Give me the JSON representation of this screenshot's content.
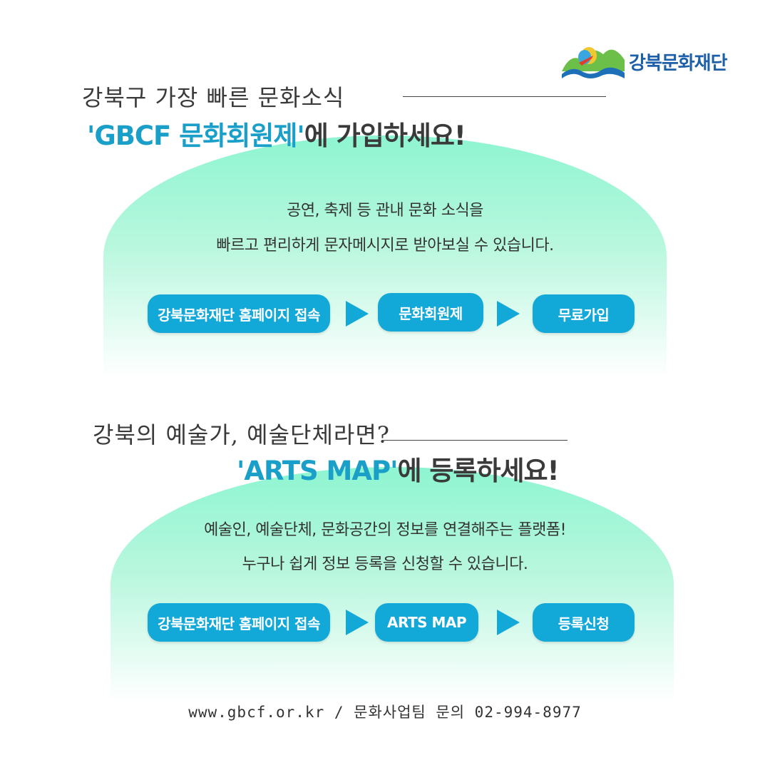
{
  "brand": {
    "name": "강북문화재단"
  },
  "section1": {
    "subtitle": "강북구 가장 빠른 문화소식",
    "headline_accent": "'GBCF 문화회원제'",
    "headline_rest": "에 가입하세요!",
    "desc_line1": "공연, 축제 등 관내 문화 소식을",
    "desc_line2": "빠르고 편리하게 문자메시지로 받아보실 수 있습니다.",
    "steps": [
      "강북문화재단 홈페이지 접속",
      "문화회원제",
      "무료가입"
    ]
  },
  "section2": {
    "subtitle": "강북의 예술가, 예술단체라면?",
    "headline_accent": "'ARTS MAP'",
    "headline_rest": "에 등록하세요!",
    "desc_line1": "예술인, 예술단체, 문화공간의 정보를 연결해주는 플랫폼!",
    "desc_line2": "누구나 쉽게 정보 등록을 신청할 수 있습니다.",
    "steps": [
      "강북문화재단 홈페이지 접속",
      "ARTS MAP",
      "등록신청"
    ]
  },
  "footer": {
    "text": "www.gbcf.or.kr / 문화사업팀 문의 02-994-8977"
  },
  "colors": {
    "accent": "#12a8d8",
    "headline_accent": "#1a9fc9",
    "mint": "#8ef5d1",
    "logo_text": "#1d5fa8"
  },
  "icons": [
    "brand-logo-icon",
    "arrow-right-icon"
  ]
}
